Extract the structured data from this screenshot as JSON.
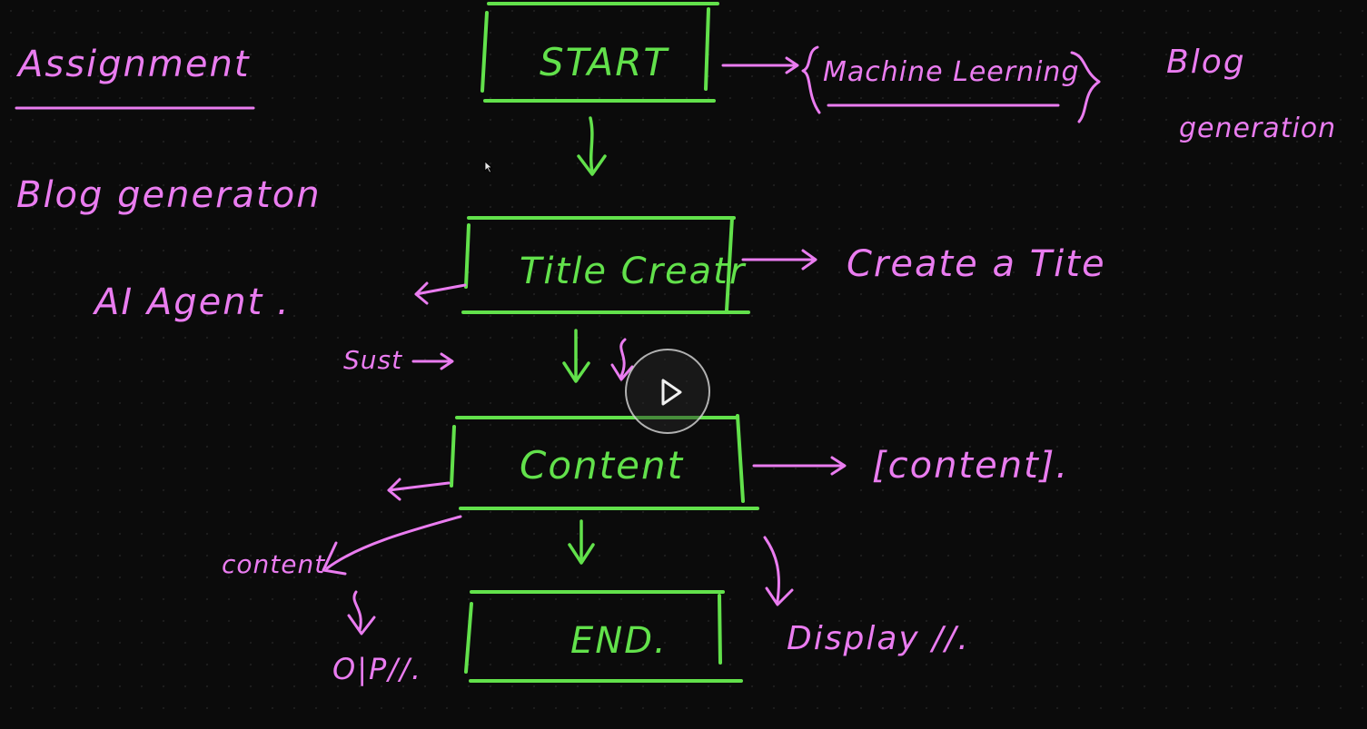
{
  "left_notes": {
    "title": "Assignment",
    "topic": "Blog generaton",
    "subtitle": "AI Agent ."
  },
  "flow": {
    "start": "START",
    "title_creator": "Title Creatr",
    "content": "Content",
    "end": "END."
  },
  "annotations": {
    "input": "Machine Leerning",
    "blog_line1": "Blog",
    "blog_line2": "generation",
    "create_title": "Create a Tite",
    "content_output": "[content].",
    "sust": "Sust",
    "content_side": "content",
    "output": "O|P//.",
    "display": "Display //."
  },
  "colors": {
    "background": "#0b0b0b",
    "green_ink": "#62e14b",
    "pink_ink": "#ea7cf0"
  },
  "controls": {
    "play_icon": "play-icon"
  }
}
